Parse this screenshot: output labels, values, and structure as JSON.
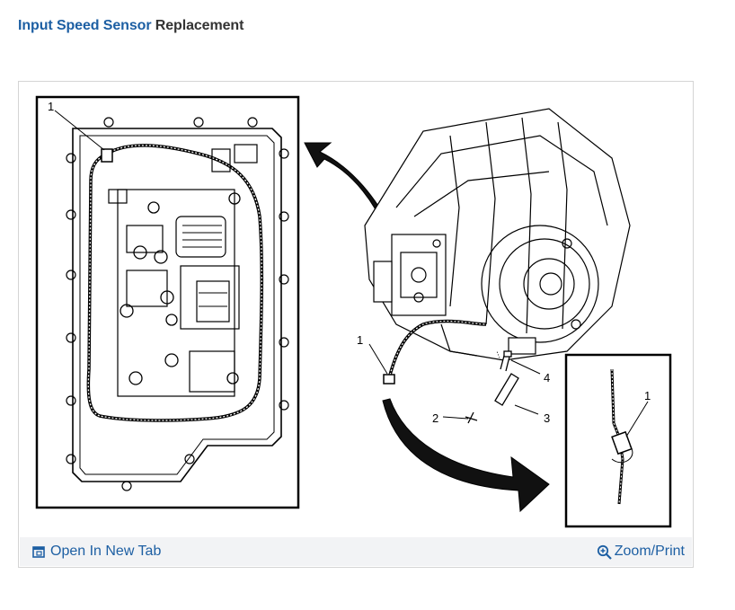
{
  "header": {
    "title_link": "Input Speed Sensor",
    "title_rest": " Replacement"
  },
  "figure": {
    "callouts": {
      "left_1": "1",
      "main_1": "1",
      "main_2": "2",
      "main_3": "3",
      "main_4": "4",
      "inset_1": "1"
    }
  },
  "footer": {
    "open_label": "Open In New Tab",
    "zoom_label": "Zoom/Print",
    "open_icon": "open-in-new-tab-icon",
    "zoom_icon": "magnifier-plus-icon",
    "link_color": "#1d5fa3"
  }
}
